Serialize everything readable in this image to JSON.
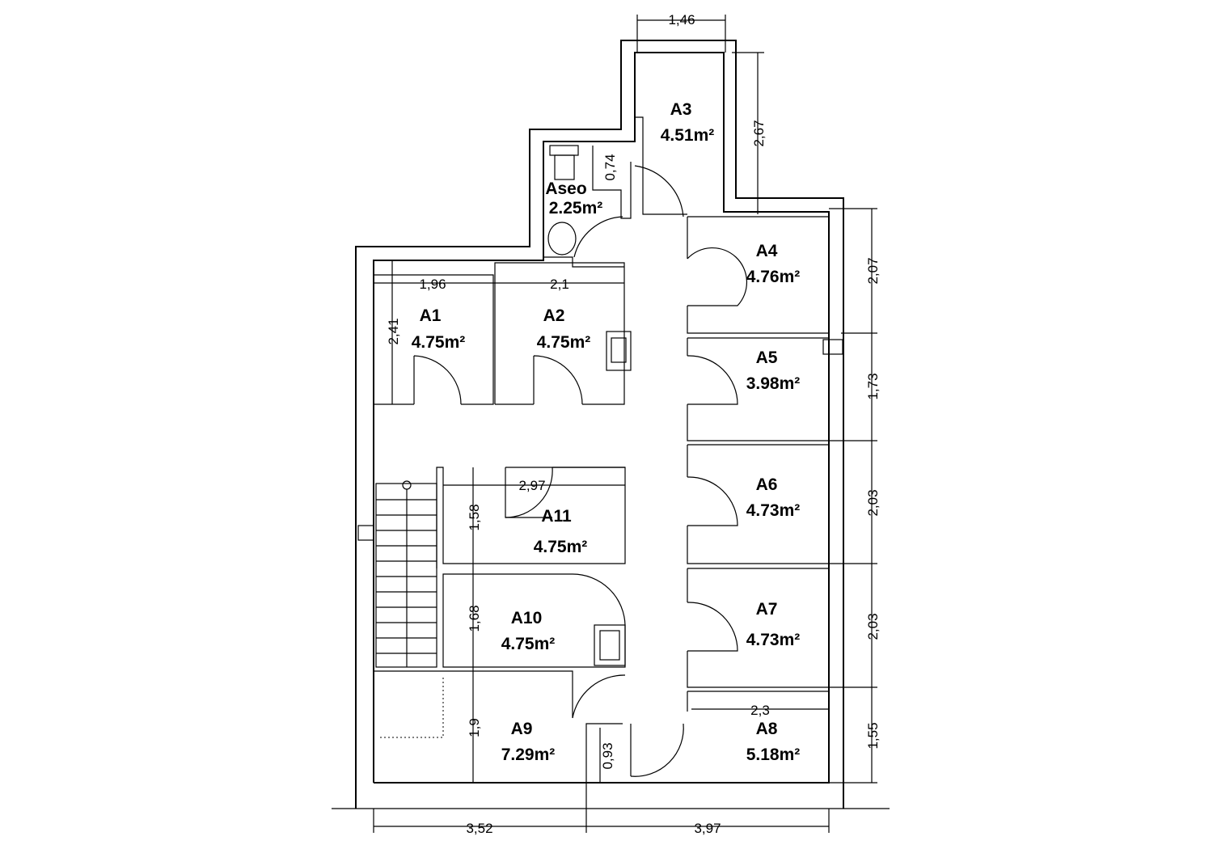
{
  "rooms": {
    "a1": {
      "name": "A1",
      "area": "4.75m²"
    },
    "a2": {
      "name": "A2",
      "area": "4.75m²"
    },
    "a3": {
      "name": "A3",
      "area": "4.51m²"
    },
    "a4": {
      "name": "A4",
      "area": "4.76m²"
    },
    "a5": {
      "name": "A5",
      "area": "3.98m²"
    },
    "a6": {
      "name": "A6",
      "area": "4.73m²"
    },
    "a7": {
      "name": "A7",
      "area": "4.73m²"
    },
    "a8": {
      "name": "A8",
      "area": "5.18m²"
    },
    "a9": {
      "name": "A9",
      "area": "7.29m²"
    },
    "a10": {
      "name": "A10",
      "area": "4.75m²"
    },
    "a11": {
      "name": "A11",
      "area": "4.75m²"
    },
    "aseo": {
      "name": "Aseo",
      "area": "2.25m²"
    }
  },
  "dimensions": {
    "top_a3_width": "1,46",
    "a3_height": "2,67",
    "aseo_depth": "0,74",
    "a1_width": "1,96",
    "a2_width": "2,1",
    "a1_height": "2,41",
    "a11_width": "2,97",
    "a11_height": "1,58",
    "a10_height": "1,68",
    "a9_height": "1,9",
    "entry_width": "0,93",
    "a8_width": "2,3",
    "right_a4": "2,07",
    "right_a5": "1,73",
    "right_a6": "2,03",
    "right_a7": "2,03",
    "right_a8": "1,55",
    "bottom_left": "3,52",
    "bottom_right": "3,97"
  }
}
